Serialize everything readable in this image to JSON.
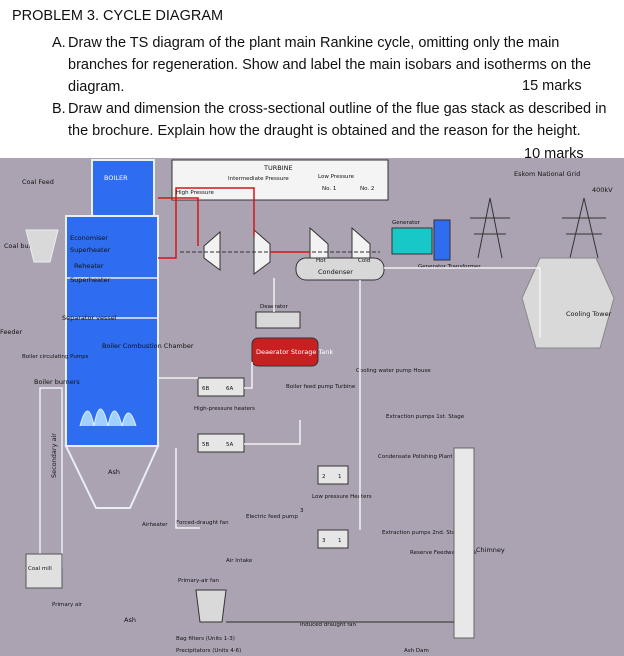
{
  "problem": {
    "heading": "PROBLEM 3.    CYCLE DIAGRAM",
    "items": [
      {
        "letter": "A.",
        "lines": [
          "Draw the TS diagram of the plant main Rankine cycle, omitting only the main",
          "branches for regeneration. Show and label the main isobars and isotherms on the",
          "diagram."
        ],
        "marks": "15 marks"
      },
      {
        "letter": "B.",
        "lines": [
          "Draw and dimension the cross-sectional outline of the flue gas stack as described in",
          "the brochure. Explain how the draught is obtained and the reason for the height."
        ],
        "marks": "10 marks"
      }
    ]
  },
  "diagram": {
    "labels": {
      "turbine": "TURBINE",
      "boiler": "BOILER",
      "coal_feed": "Coal Feed",
      "coal_bunker": "Coal bunker",
      "economiser": "Economiser",
      "superheater1": "Superheater",
      "reheater": "Reheater",
      "superheater2": "Superheater",
      "separator_vessel": "Separator vessel",
      "feeder": "Feeder",
      "boiler_circulating_pumps": "Boiler circulating Pumps",
      "boiler_combustion_chamber": "Boiler Combustion Chamber",
      "boiler_burners": "Boiler burners",
      "secondary_air": "Secondary air",
      "ash_hopper": "Ash",
      "coal_mill": "Coal mill",
      "primary_air": "Primary air",
      "ash_bottom": "Ash",
      "high_pressure": "High Pressure",
      "intermediate_pressure": "Intermediate Pressure",
      "low_pressure": "Low Pressure",
      "lp_no1": "No. 1",
      "lp_no2": "No. 2",
      "generator": "Generator",
      "eskom_grid": "Eskom National Grid",
      "grid_voltage": "400kV",
      "generator_transformer": "Generator Transformer",
      "condenser": "Condenser",
      "hot": "Hot",
      "cold": "Cold",
      "deaerator": "Deaerator",
      "deaerator_storage_tank": "Deaerator Storage Tank",
      "boiler_feed_pump_turbine": "Boiler feed pump Turbine",
      "cooling_water_pump_house": "Cooling water pump House",
      "cooling_tower": "Cooling Tower",
      "hp_heaters": "High-pressure heaters",
      "heater_6b": "6B",
      "heater_6a": "6A",
      "heater_5b": "5B",
      "heater_5a": "5A",
      "extraction_pumps_1st": "Extraction pumps 1st. Stage",
      "condensate_polishing_plant": "Condensate Polishing Plant",
      "lp_heaters": "Low pressure Heaters",
      "heater_2": "2",
      "heater_1a": "1",
      "heater_3a": "3",
      "heater_3b": "3",
      "heater_1b": "1",
      "electric_feed_pump": "Electric feed pump",
      "extraction_pumps_2nd": "Extraction pumps 2nd. Stage",
      "reserve_feedwater_tank": "Reserve Feedwater Tank",
      "chimney": "Chimney",
      "airheater": "Airheater",
      "forced_draught_fan": "Forced-draught fan",
      "air_intake": "Air Intake",
      "primary_air_fan": "Primary-air fan",
      "bag_filters": "Bag filters (Units 1-3)",
      "precipitators": "Precipitators (Units 4-6)",
      "induced_draught_fan": "Induced draught fan",
      "ash_dam": "Ash Dam"
    },
    "colors": {
      "background": "#aca3b2",
      "boiler_blue": "#2f6df0",
      "frame": "#e9eef2",
      "pipe_red": "#d01818",
      "pipe_white": "#f2f2f2",
      "tank_red": "#c82020",
      "generator_cyan": "#18c8c8"
    }
  }
}
